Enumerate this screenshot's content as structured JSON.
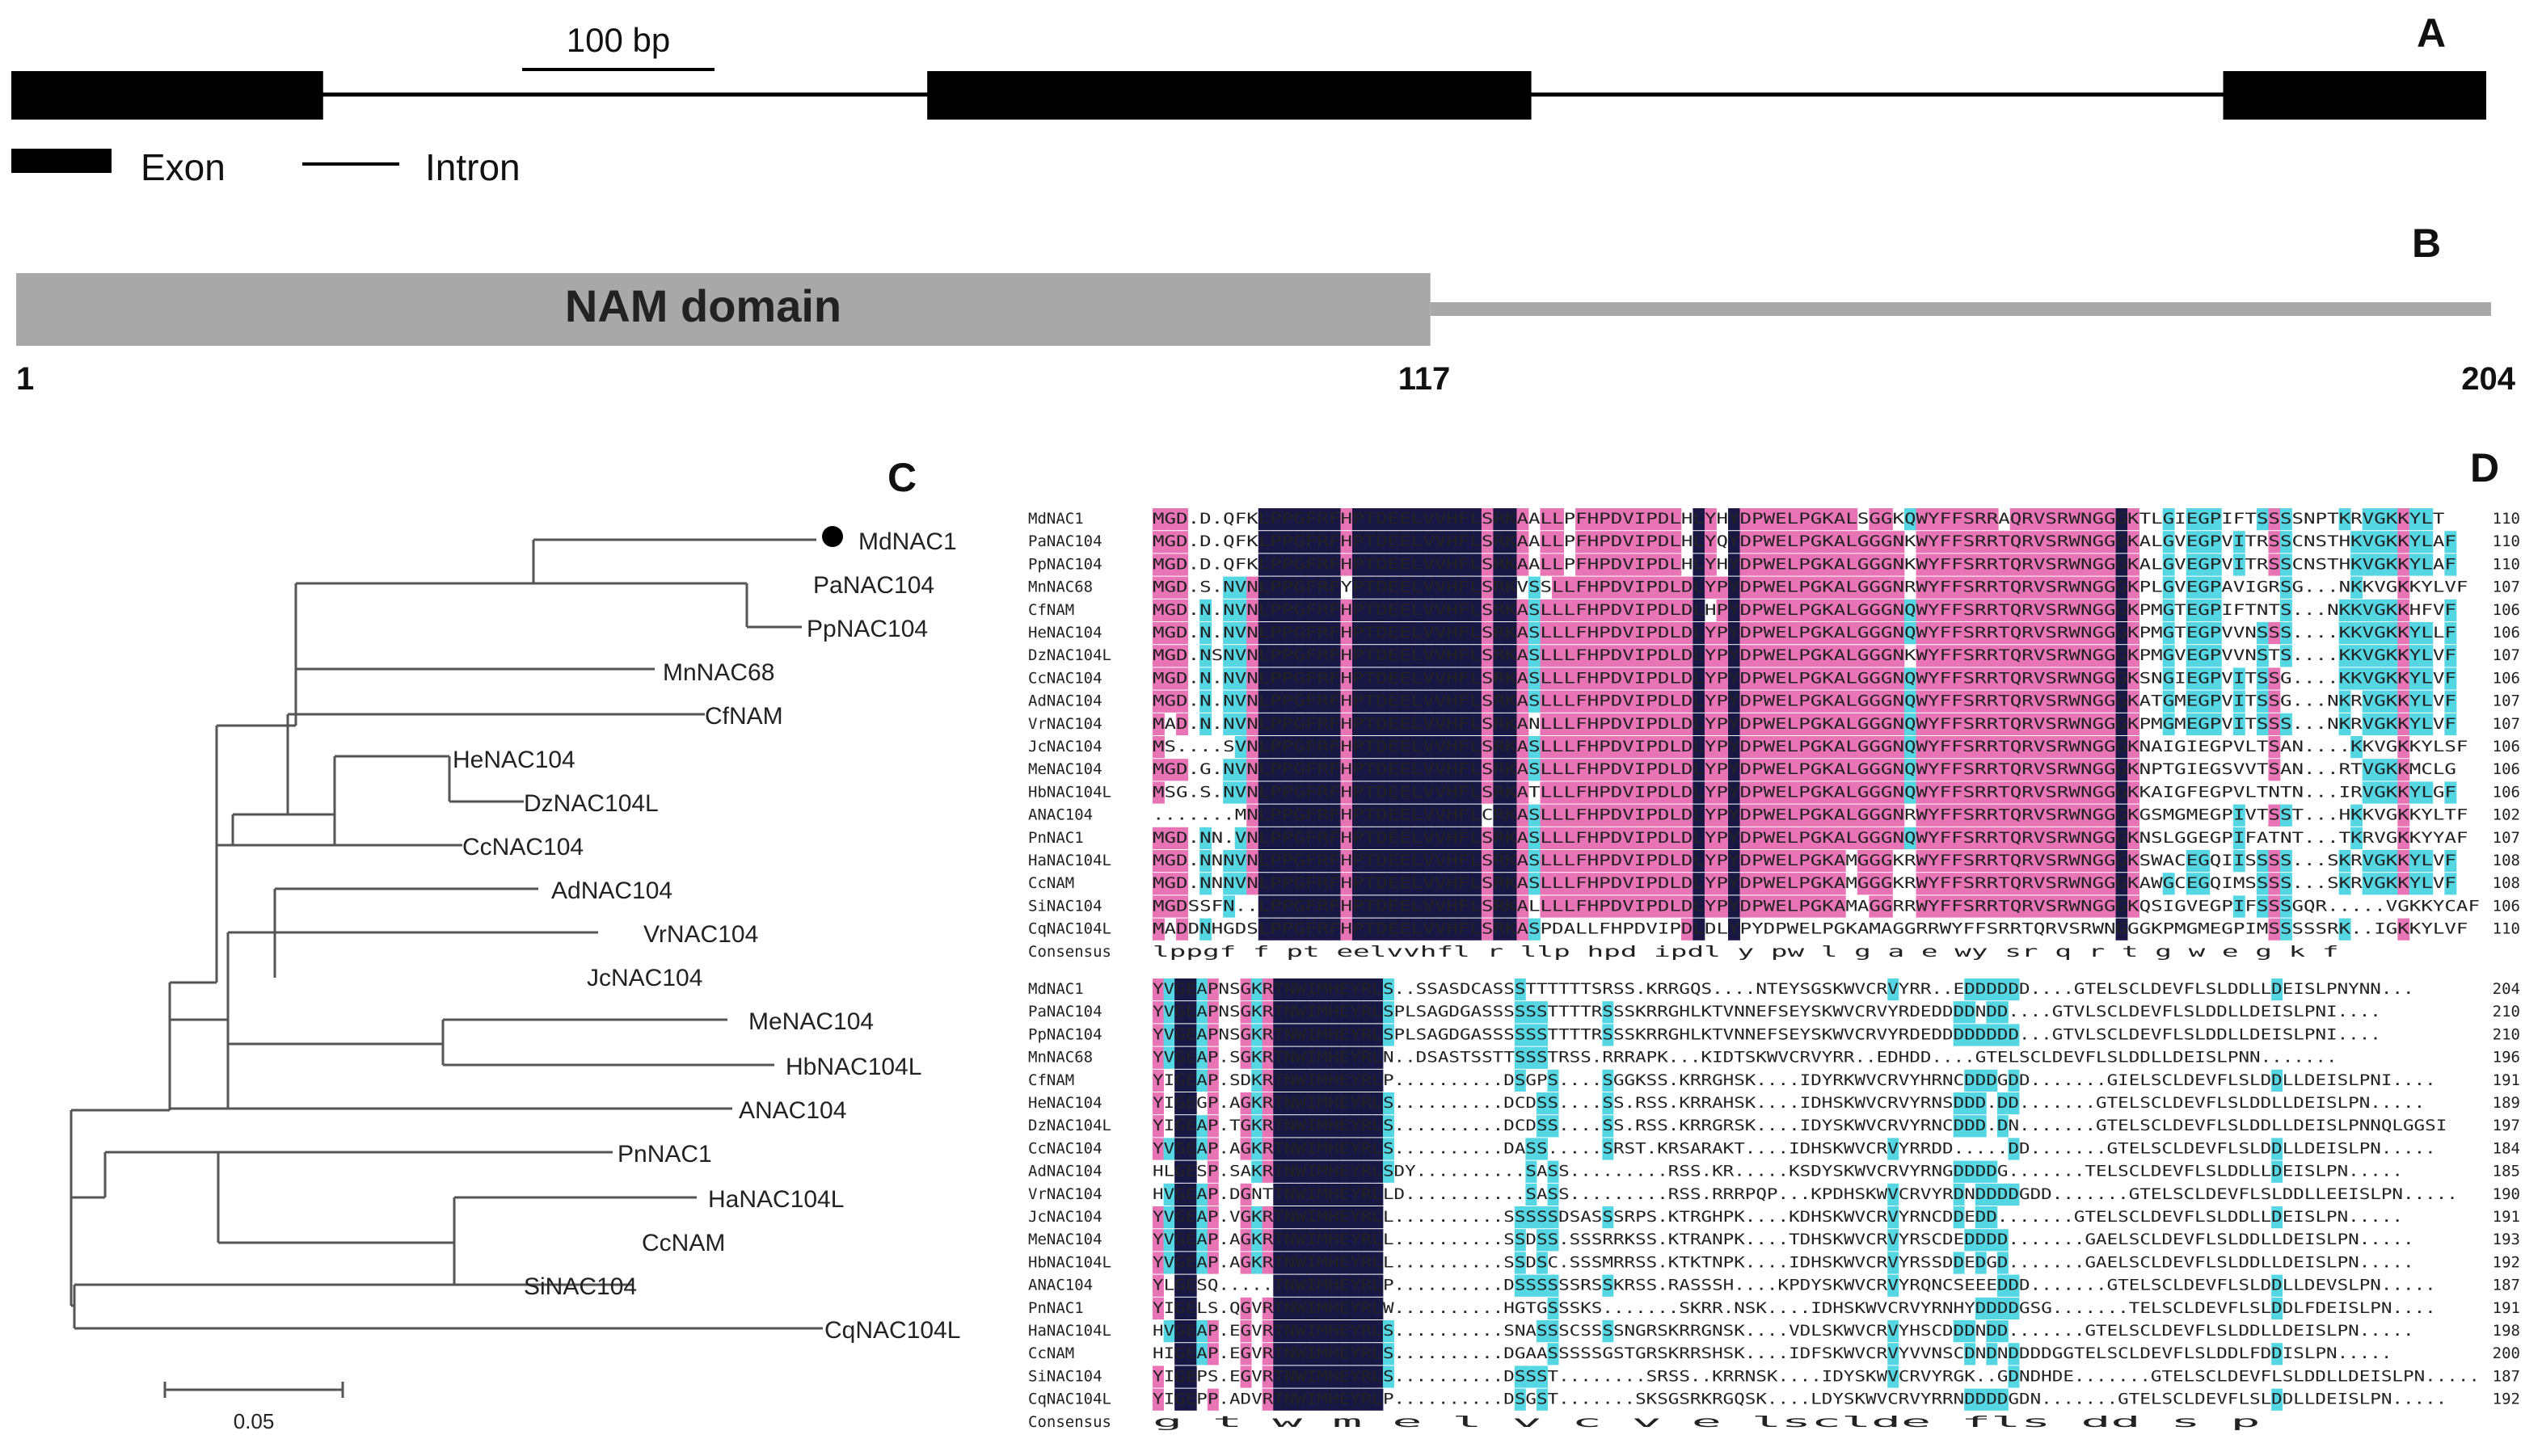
{
  "panels": {
    "a": "A",
    "b": "B",
    "c": "C",
    "d": "D"
  },
  "gene_structure": {
    "scale_label": "100 bp",
    "exons": [
      [
        0,
        160
      ],
      [
        470,
        780
      ],
      [
        1135,
        1270
      ]
    ],
    "total_length": 1270,
    "legend": {
      "exon": "Exon",
      "intron": "Intron"
    },
    "colors": {
      "exon": "#000000",
      "intron": "#000000"
    }
  },
  "protein": {
    "domain_label": "NAM domain",
    "domain_start": 1,
    "domain_end": 117,
    "length": 204,
    "ticks": [
      "1",
      "117",
      "204"
    ],
    "colors": {
      "domain": "#a8a8a8",
      "tail": "#a8a8a8"
    }
  },
  "tree": {
    "scale_label": "0.05",
    "highlight": "MdNAC1",
    "leaves": [
      "MdNAC1",
      "PaNAC104",
      "PpNAC104",
      "MnNAC68",
      "CfNAM",
      "HeNAC104",
      "DzNAC104L",
      "CcNAC104",
      "AdNAC104",
      "VrNAC104",
      "JcNAC104",
      "MeNAC104",
      "HbNAC104L",
      "ANAC104",
      "PnNAC1",
      "HaNAC104L",
      "CcNAM",
      "SiNAC104",
      "CqNAC104L"
    ]
  },
  "alignment": {
    "names": [
      "MdNAC1",
      "PaNAC104",
      "PpNAC104",
      "MnNAC68",
      "CfNAM",
      "HeNAC104",
      "DzNAC104L",
      "CcNAC104",
      "AdNAC104",
      "VrNAC104",
      "JcNAC104",
      "MeNAC104",
      "HbNAC104L",
      "ANAC104",
      "PnNAC1",
      "HaNAC104L",
      "CcNAM",
      "SiNAC104",
      "CqNAC104L"
    ],
    "consensus_label": "Consensus",
    "block1_ends": [
      "110",
      "110",
      "110",
      "107",
      "106",
      "106",
      "107",
      "106",
      "107",
      "107",
      "106",
      "106",
      "106",
      "102",
      "107",
      "108",
      "108",
      "106",
      "110"
    ],
    "block2_ends": [
      "204",
      "210",
      "210",
      "196",
      "191",
      "189",
      "197",
      "184",
      "185",
      "190",
      "191",
      "193",
      "192",
      "187",
      "191",
      "198",
      "200",
      "187",
      "192"
    ],
    "block1_consensus": "lppgf f pt eelvvhfl r    llp hpd ipdl    y pw l g a  e  wy  sr  q r t  g w      e           g k     f",
    "block2_consensus": "  g          t w m e  l                                 v c v e                lsclde fls dd     s  p",
    "block1_seqs": [
      "MGD.D.QFKLPPGFRFHPTDEELVVHFLSRKAALLPFHPDVIPDLHLYHYDPWELPGKALSGGKQWYFFSRRAQRVSRWNGGGKTLGIEGPIFTSSSSNPTKRVGKKYLT",
      "MGD.D.QFKLPPGFRFHPTDEELVVHFLSRKAALLPFHPDVIPDLHLYQYDPWELPGKALGGGNKWYFFSRRTQRVSRWNGGGKALGVEGPVITRSSCNSTHKVGKKYLAF",
      "MGD.D.QFKLPPGFRFHPTDEELVVHFLSRKAALLPFHPDVIPDLHLYHYDPWELPGKALGGGNKWYFFSRRTQRVSRWNGGGKALGVEGPVITRSSCNSTHKVGKKYLAF",
      "MGD.S.NVNLPPGFRFYPTDEELVVHFLSRKVSSLLFHPDVIPDLDLYPYDPWELPGKALGGGNRWYFFSRRTQRVSRWNGGGKPLGVEGPAVIGRSG...NKKVGKKYLVF",
      "MGD.N.NVNLPPGFRFHPTDEELVVHFLSRKASLLLFHPDVIPDLDLHPYDPWELPGKALGGGNQWYFFSRRTQRVSRWNGGGKPMGTEGPIFTNTS...NKKVGKKHFVF",
      "MGD.N.NVNLPPGFRFHPTDEELVVHFLSRKASLLLFHPDVIPDLDLYPYDPWELPGKALGGGNQWYFFSRRTQRVSRWNGGGKPMGTEGPVVNSSS....KKVGKKYLLF",
      "MGD.NSNVNLPPGFRFHPTDEELVVHFLSRKASLLLFHPDVIPDLDLYPYDPWELPGKALGGGNKWYFFSRRTQRVSRWNGGGKPMGVEGPVVNSTS....KKVGKKYLVF",
      "MGD.N.NVNLPPGFRFHPTDEELVVHFLSRKASLLLFHPDVIPDLDLYPYDPWELPGKALGGGNQWYFFSRRTQRVSRWNGGGKSNGIEGPVITSSG....KKVGKKYLVF",
      "MGD.N.NVNLPPGFRFHPTDEELVVHFLSRKASLLLFHPDVIPDLDLYPYDPWELPGKALGGGNQWYFFSRRTQRVSRWNGGGKATGMEGPVITSSG...NKRVGKKYLVF",
      "MAD.N.NVNLPPGFRFHPTDEELVVHFLSRKANLLLFHPDVIPDLDLYPYDPWELPGKALGGGNQWYFFSRRTQRVSRWNGGGKPMGMEGPVITSSS...NKRVGKKYLVF",
      "MS....SVNLPPGFRFHPTDEELVVHFLSRKASLLLFHPDVIPDLDLYPYDPWELPGKALGGGNQWYFFSRRTQRVSRWNGGGKNAIGIEGPVLTSAN....KKVGKKYLSF",
      "MGD.G.NVNLPPGFRFHPTDEELVVHFLSRKASLLLFHPDVIPDLDLYPYDPWELPGKALGGGNQWYFFSRRTQRVSRWNGGGKNPTGIEGSVVTSAN...RTVGKKMCLG",
      "MSG.S.NVNLPPGFRFHPTDEELVVHFLSRKATLLLFHPDVIPDLDLYPYDPWELPGKALGGGNQWYFFSRRTQRVSRWNGGGKKAIGFEGPVLTNTN...IRVGKKYLGF",
      ".......MNLPPGFRFHPTDEELVVHFLCRKASLLLFHPDVIPDLDLYPYDPWELPGKALGGGNRWYFFSRRTQRVSRWNGGGKGSMGMEGPIVTSST...HKKVGKKYLTF",
      "MGD.NN.VNLPPGFRFHPTDEELVVHFLSRKASLLLFHPDVIPDLDLYPYDPWELPGKALGGGNQWYFFSRRTQRVSRWNGGGKNSLGGEGPIFATNT...TKRVGKKYYAF",
      "MGD.NNNVNLPPGFRFHPTDEELVVHFLSRKASLLLFHPDVIPDLDLYPYDPWELPGKAMGGGKRWYFFSRRTQRVSRWNGGGKSWACEGQIISSSS...SKRVGKKYLVF",
      "MGD.NNNVNLPPGFRFHPTDEELVVHFLSRKASLLLFHPDVIPDLDLYPYDPWELPGKAMGGGKRWYFFSRRTQRVSRWNGGGKAWGCEGQIMSSSS...SKRVGKKYLVF",
      "MGDSSFN..LPPGFRFHPTDEELVVHFLSRKALLLLFHPDVIPDLDLYPYDPWELPGKAMAGGRRWYFFSRRTQRVSRWNGGGKQSIGVEGPIFSSSGQR.....VGKKYCAF",
      "MADDNHGDSLPPGFRFHPTDEELVVHFLSRKASPDALLFHPDVIPDLDLYPYDPWELPGKAMAGGRRWYFFSRRTQRVSRWNGGGKPMGMEGPIMSSSSSRK..IGKKYLVF"
    ],
    "block2_seqs": [
      "YVGEAPNSGKRTNWIMHEYRLS..SSASDCASSSTTTTTTSRSS.KRRGQS....NTEYSGSKWVCRVYRR..EDDDDDD....GTELSCLDEVFLSLDDLLDEISLPNYNN...",
      "YVGEAPNSGKRTNWIMHEYRLSPLSAGDGASSSSSSTTTTRSSSKRRGHLKTVNNEFSEYSKWVCRVYRDEDDDDNDD....GTVLSCLDEVFLSLDDLLDEISLPNI....",
      "YVGEAPNSGKRTNWIMHEYRLSPLSAGDGASSSSSSTTTTRSSSKRRGHLKTVNNEFSEYSKWVCRVYRDEDDDDDDDD...GTVLSCLDEVFLSLDDLLDEISLPNI....",
      "YVGEAP.SGKRTNWIMHEYRLN..DSASTSSTTSSSTRSS.RRRAPK...KIDTSKWVCRVYRR..EDHDD....GTELSCLDEVFLSLDDLLDEISLPNN.......",
      "YIGEAP.SDKRTNWIMHEYRLP..........DSGPS....SGGKSS.KRRGHSK....IDYRKWVCRVYHRNCDDDGDD.......GIELSCLDEVFLSLDDLLDEISLPNI....",
      "YIGEGP.AGKRTNWIMHEYRLS..........DCDSS....SS.RSS.KRRAHSK....IDHSKWVCRVYRNSDDD.DD.......GTELSCLDEVFLSLDDLLDEISLPN.....",
      "YIGEAP.TGKRTNWIMHEYRLS..........DCDSS....SS.RSS.KRRGRSK....IDYSKWVCRVYRNCDDD.DN.......GTELSCLDEVFLSLDDLLDEISLPNNQLGGSI",
      "YVGEAP.AGKRTNWIMHEYRLS..........DASS.....SRST.KRSARAKT....IDHSKWVCRVYRRDD.....DD.......GTELSCLDEVFLSLDDLLDEISLPN.....",
      "HLGESP.SAKRTNWIMHEYRLSDY..........SASS.........RSS.KR.....KSDYSKWVCRVYRNGDDDDG.......TELSCLDEVFLSLDDLLDEISLPN.....",
      "HVGEAP.DGNTTNWIMHEYRLLD...........SASS.........RSS.RRRPQP...KPDHSKWVCRVYRDNDDDDGDD.......GTELSCLDEVFLSLDDLLEEISLPN.....",
      "YVGEAP.VGKRTNWIMHEYRLL..........SSSSSDSASSSRPS.KTRGHPK....KDHSKWVCRVYRNCDDEDD.......GTELSCLDEVFLSLDDLLDEISLPN.....",
      "YVGEAP.AGKRTNWIMHEYRLL..........SSDSS.SSSRRKSS.KTRANPK....TDHSKWVCRVYRSCDEDDDD.......GAELSCLDEVFLSLDDLLDEISLPN.....",
      "YVGEAP.AGKRTNWIMHEYRLL..........SSDSC.SSSMRRSS.KTKTNPK....IDHSKWVCRVYRSSDDEDGD.......GAELSCLDEVFLSLDDLLDEISLPN.....",
      "YLGESQ.....TNWIMHEYRLP..........DSSSSSSRSSKRSS.RASSSH....KPDYSKWVCRVYRQNCSEEEDDD.......GTELSCLDEVFLSLDDLLDEVSLPN.....",
      "YIGELS.QGVRTNWIMHEYRLW..........HGTGSSSKS.......SKRR.NSK....IDHSKWVCRVYRNHYDDDDGSG.......TELSCLDEVFLSLDDLFDEISLPN....",
      "HVGEAP.EGVRTNWIMHEYRLS..........SNASSSCSSSSNGRSKRRGNSK....VDLSKWVCRVYHSCDDDNDD.......GTELSCLDEVFLSLDDLLDEISLPN.....",
      "HIGEAP.EGVRTNWIMHEYRLS..........DGAASSSSSGSTGRSKRRSHSK....IDFSKWVCRVYVVNSCDNDNDDDDGGTELSCLDEVFLSLDDLFDDISLPN.....",
      "YIGEPS.EGVRTNWIMHEYRLS..........DSSST........SRSS..KRRNSK....IDYSKWVCRVYRGK..GDNDHDE.......GTELSCLDEVFLSLDDLLDEISLPN.....",
      "YIGEPP.ADVRTNWIMHEYRLP..........DSGST.......SKSGSRKRGQSK....LDYSKWVCRVYRRNDDDDGDN.......GTELSCLDEVFLSLDDLLDEISLPN....."
    ]
  },
  "alignment_colors": {
    "identical": "#191744",
    "high": "#e874b5",
    "medium": "#55d6e3",
    "text_light": "#ffffff",
    "text_dark": "#222222"
  }
}
